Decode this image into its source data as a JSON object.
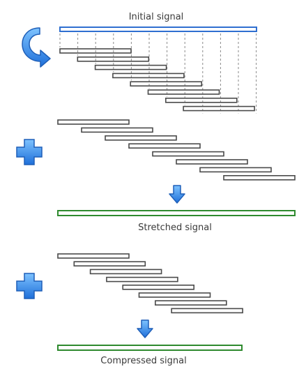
{
  "labels": {
    "initial": "Initial signal",
    "stretched": "Stretched signal",
    "compressed": "Compressed signal"
  },
  "icons": {
    "rotate": "rotate-arrow-icon",
    "plus": "plus-icon",
    "down": "down-arrow-icon"
  },
  "colors": {
    "initial_bar": "#2f6fd0",
    "result_bar": "#2e8a2e",
    "segment_bar": "#4a4a4a",
    "icon_fill": "#3a8fe6",
    "icon_stroke": "#1f5fb8"
  }
}
